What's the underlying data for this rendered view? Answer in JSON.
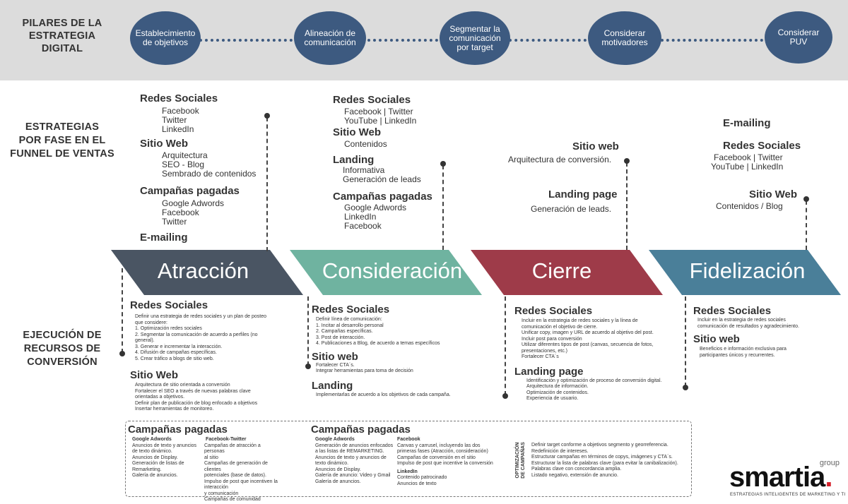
{
  "header": {
    "label_line1": "PILARES DE LA",
    "label_line2": "ESTRATEGIA DIGITAL",
    "pillars": [
      {
        "line1": "Establecimiento",
        "line2": "de objetivos"
      },
      {
        "line1": "Alineación de",
        "line2": "comunicación"
      },
      {
        "line1": "Segmentar la",
        "line2": "comunicación",
        "line3": "por target"
      },
      {
        "line1": "Considerar",
        "line2": "motivadores"
      },
      {
        "line1": "Considerar",
        "line2": "PUV"
      }
    ]
  },
  "side_labels": {
    "strategies": {
      "line1": "ESTRATEGIAS",
      "line2": "POR FASE EN EL",
      "line3": "FUNNEL DE VENTAS"
    },
    "execution": {
      "line1": "EJECUCIÓN DE",
      "line2": "RECURSOS DE",
      "line3": "CONVERSIÓN"
    }
  },
  "colors": {
    "atraccion": "#4a5563",
    "consideracion": "#6fb3a0",
    "cierre": "#9e3b49",
    "fidelizacion": "#4a7f99",
    "pillar": "#3d5a80"
  },
  "phases": [
    "Atracción",
    "Consideración",
    "Cierre",
    "Fidelización"
  ],
  "strategies": {
    "atraccion": {
      "redes_title": "Redes Sociales",
      "redes_items": [
        "Facebook",
        "Twitter",
        "LinkedIn"
      ],
      "web_title": "Sitio Web",
      "web_items": [
        "Arquitectura",
        "SEO - Blog",
        "Sembrado de contenidos"
      ],
      "pagadas_title": "Campañas pagadas",
      "pagadas_items": [
        "Google Adwords",
        "Facebook",
        "Twitter"
      ],
      "email_title": "E-mailing"
    },
    "consideracion": {
      "redes_title": "Redes Sociales",
      "redes_items": [
        "Facebook | Twitter",
        "YouTube | LinkedIn"
      ],
      "web_title": "Sitio Web",
      "web_items": [
        "Contenidos"
      ],
      "landing_title": "Landing",
      "landing_items": [
        "Informativa",
        "Generación de leads"
      ],
      "pagadas_title": "Campañas pagadas",
      "pagadas_items": [
        "Google Adwords",
        "LinkedIn",
        "Facebook"
      ]
    },
    "cierre": {
      "web_title": "Sitio web",
      "web_text": "Arquitectura de conversión.",
      "landing_title": "Landing page",
      "landing_text": "Generación de leads."
    },
    "fidelizacion": {
      "email_title": "E-mailing",
      "redes_title": "Redes Sociales",
      "redes_items": [
        "Facebook | Twitter",
        "YouTube | LinkedIn"
      ],
      "web_title": "Sitio Web",
      "web_text": "Contenidos / Blog"
    }
  },
  "execution": {
    "atraccion": {
      "redes_title": "Redes Sociales",
      "redes_lines": [
        "Definir una estrategia de redes sociales y un plan de posteo",
        "que considere:",
        "1. Optimización redes sociales",
        "2. Segmentar la comunicación de acuerdo a perfiles (no",
        "general).",
        "3. Generar e incrementar la interacción.",
        "4. Difusión de campañas específicas.",
        "5. Crear tráfico a blogs de sitio web."
      ],
      "web_title": "Sitio Web",
      "web_lines": [
        "Arquitectura de sitio orientada a conversión",
        "Fortalecer el SEO a través de nuevas palabras clave",
        "orientadas a objetivos.",
        "Definir plan de publicación de blog enfocado a objetivos",
        "Insertar herramientas de monitoreo."
      ]
    },
    "consideracion": {
      "redes_title": "Redes Sociales",
      "redes_lines": [
        "Definir línea de comunicación:",
        "1. Incitar al desarrollo personal",
        "2. Campañas específicas.",
        "3. Post de interacción.",
        "4. Publicaciones a Blog, de acuerdo a temas específicos"
      ],
      "web_title": "Sitio web",
      "web_lines": [
        "Fortalecer CTA´s.",
        "Integrar herramientas para toma de decisión"
      ],
      "landing_title": "Landing",
      "landing_lines": [
        "Implementarlas de acuerdo a los objetivos de cada campaña."
      ]
    },
    "cierre": {
      "redes_title": "Redes Sociales",
      "redes_lines": [
        "Incluir en la estrategia de redes sociales y la línea de",
        "comunicación el objetivo de cierre.",
        "Unificar copy, imagen y URL de acuerdo al objetivo del post.",
        "Incluir post para conversión",
        "Utilizar diferentes tipos de post (canvas, secuencia de fotos,",
        "presentaciones, etc.)",
        "Fortalecer CTA´s"
      ],
      "landing_title": "Landing page",
      "landing_lines": [
        "Identificación y optimización de proceso de conversión digital.",
        "Arquitectura de información.",
        "Optimización de contenidos.",
        "Experiencia de usuario."
      ]
    },
    "fidelizacion": {
      "redes_title": "Redes Sociales",
      "redes_lines": [
        "Incluir en la estrategia de redes sociales",
        "comunicación de resultados y agradecimiento."
      ],
      "web_title": "Sitio web",
      "web_lines": [
        "Beneficios e información exclusiva para",
        "participantes únicos y recurrentes."
      ]
    }
  },
  "paid_campaigns": {
    "left": {
      "title": "Campañas pagadas",
      "google_title": "Google Adwords",
      "google_lines": [
        "Anuncios de texto y anuncios",
        "de texto dinámico.",
        "Anuncios de Display.",
        "Generación de listas de",
        "Remarketing.",
        "Galería de anuncios."
      ],
      "fbtw_title": "Facebook-Twitter",
      "fbtw_lines": [
        "Campañas de atracción a personas",
        "al sitio",
        "Campañas de generación de",
        "clientes",
        "potenciales (base de datos).",
        "Impulso de post que incentiven la",
        "interacción",
        " y comunicación",
        "Campañas de comunidad"
      ]
    },
    "right": {
      "title": "Campañas pagadas",
      "google_title": "Google Adwords",
      "google_lines": [
        "Generación de anuncios enfocados",
        "a las listas de REMARKETING.",
        "Anuncios de texto y anuncios de",
        "texto dinámico.",
        "Anuncios de Display.",
        "Galería de anuncio: Video y Gmail",
        "Galería de anuncios."
      ],
      "fb_title": "Facebook",
      "fb_lines": [
        "Canvas y carrusel, incluyendo las dos",
        "primeras fases (Atracción, consideración)",
        "Campañas de conversión en el sitio",
        "Impulso de post que incentive la conversión"
      ],
      "li_title": "LinkedIn",
      "li_lines": [
        "Contenido patrocinado",
        "Anuncios de texto"
      ],
      "opt_label_line1": "OPTIMIZACIÓN",
      "opt_label_line2": "DE CAMPAÑAS",
      "opt_lines": [
        "Definir target conforme a objetivos segmento y georreferencia.",
        "Redefinición de intereses.",
        "Estructurar campañas en términos de copys, imágenes y CTA´s.",
        "Estructurar la lista de palabras clave (para evitar la canibalización).",
        "Palabras clave con concordancia amplia.",
        "Listado negativo, extensión de anuncio."
      ]
    }
  },
  "brand": {
    "name": "smartia",
    "sup": "group",
    "tagline": "ESTRATEGIAS INTELIGENTES DE MARKETING Y TI"
  }
}
